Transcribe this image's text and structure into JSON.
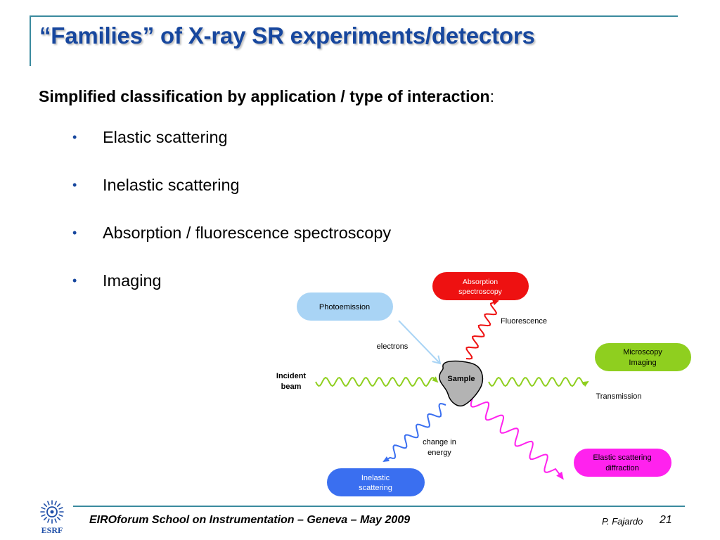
{
  "slide": {
    "title": "“Families” of X-ray SR experiments/detectors",
    "subtitle": "Simplified classification by application / type of interaction",
    "subtitle_suffix": ":",
    "bullets": [
      {
        "label": "Elastic scattering"
      },
      {
        "label": "Inelastic scattering"
      },
      {
        "label": "Absorption / fluorescence spectroscopy"
      },
      {
        "label": "Imaging"
      }
    ],
    "bullet_symbol": "•"
  },
  "diagram": {
    "sample_label": "Sample",
    "incident_label_1": "Incident",
    "incident_label_2": "beam",
    "boxes": {
      "absorption": {
        "line1": "Absorption",
        "line2": "spectroscopy",
        "color": "#ee1111"
      },
      "photoemission": {
        "line1": "Photoemission",
        "color": "#a9d4f5"
      },
      "microscopy": {
        "line1": "Microscopy",
        "line2": "Imaging",
        "color": "#8fcf1f"
      },
      "elastic": {
        "line1": "Elastic scattering",
        "line2": "diffraction",
        "color": "#ff22ee"
      },
      "inelastic": {
        "line1": "Inelastic",
        "line2": "scattering",
        "color": "#3a6ff0"
      }
    },
    "labels": {
      "fluorescence": "Fluorescence",
      "electrons": "electrons",
      "transmission": "Transmission",
      "change1": "change in",
      "change2": "energy"
    }
  },
  "footer": {
    "event": "EIROforum School on Instrumentation – Geneva – May 2009",
    "author": "P. Fajardo",
    "page": "21",
    "logo_text": "ESRF"
  }
}
